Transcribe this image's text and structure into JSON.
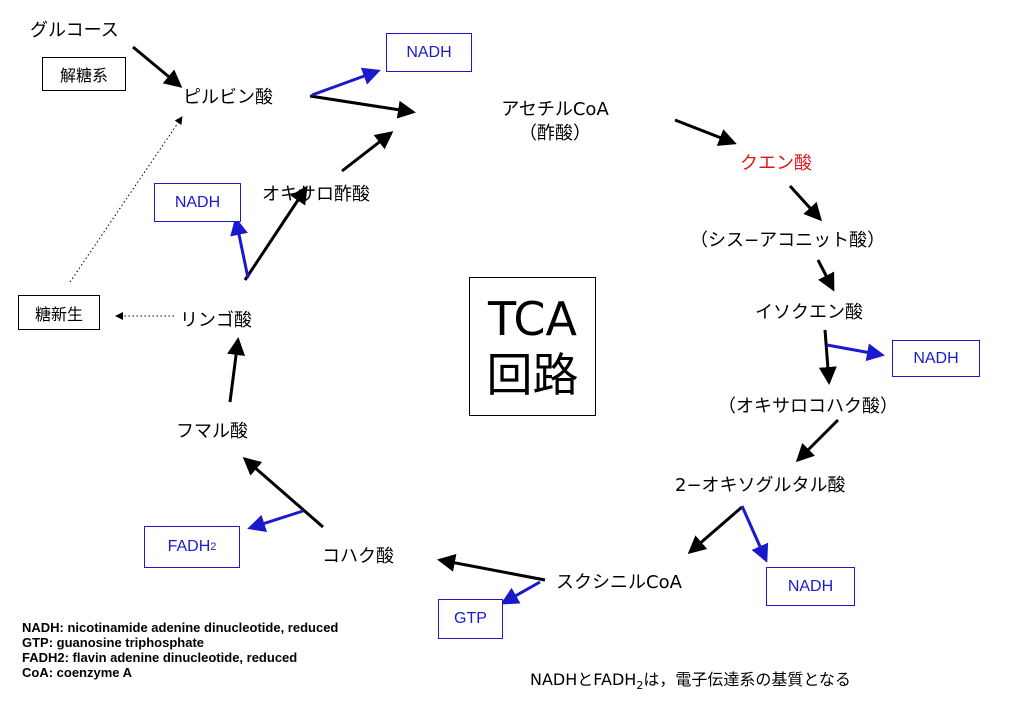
{
  "colors": {
    "black": "#000000",
    "blue": "#1a1acc",
    "red": "#e0161a"
  },
  "nodes": {
    "glucose": "グルコース",
    "glycolysis": "解糖系",
    "pyruvate": "ピルビン酸",
    "acetyl_coa": "アセチルCoA",
    "acetate": "（酢酸）",
    "citrate": "クエン酸",
    "cis_aconitate": "（シス−アコニット酸）",
    "isocitrate": "イソクエン酸",
    "oxalosuccinate": "（オキサロコハク酸）",
    "oxoglutarate": "2−オキソグルタル酸",
    "succinyl_coa": "スクシニルCoA",
    "succinate": "コハク酸",
    "fumarate": "フマル酸",
    "malate": "リンゴ酸",
    "oxaloacetate": "オキサロ酢酸",
    "gluconeogenesis": "糖新生"
  },
  "products": {
    "nadh_1": "NADH",
    "nadh_2": "NADH",
    "nadh_3": "NADH",
    "nadh_4": "NADH",
    "gtp": "GTP",
    "fadh2_base": "FADH",
    "fadh2_sub": "2"
  },
  "center": {
    "line1": "TCA",
    "line2": "回路"
  },
  "legend": [
    "NADH:  nicotinamide adenine dinucleotide, reduced",
    "GTP:  guanosine triphosphate",
    "FADH2:  flavin adenine dinucleotide, reduced",
    "CoA: coenzyme A"
  ],
  "footnote": {
    "part1": "NADHとFADH",
    "sub": "2",
    "part2": "は，電子伝達系の基質となる"
  }
}
